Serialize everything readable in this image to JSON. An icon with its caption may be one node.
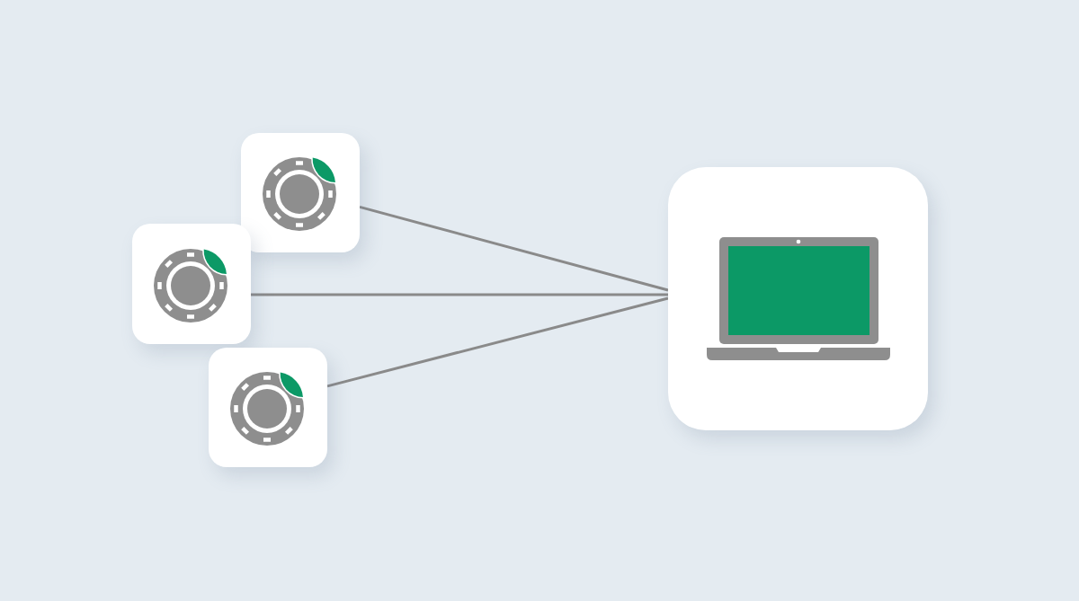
{
  "diagram": {
    "nodes": [
      {
        "text": [],
        "shape": "box"
      },
      {
        "text": [],
        "shape": "box"
      },
      {
        "text": [],
        "shape": "box"
      },
      {
        "text": [],
        "shape": "box"
      }
    ],
    "edges": [
      {
        "from": 0,
        "to": 3,
        "arrow": "none"
      },
      {
        "from": 1,
        "to": 3,
        "arrow": "none"
      },
      {
        "from": 2,
        "to": 3,
        "arrow": "none"
      }
    ]
  }
}
